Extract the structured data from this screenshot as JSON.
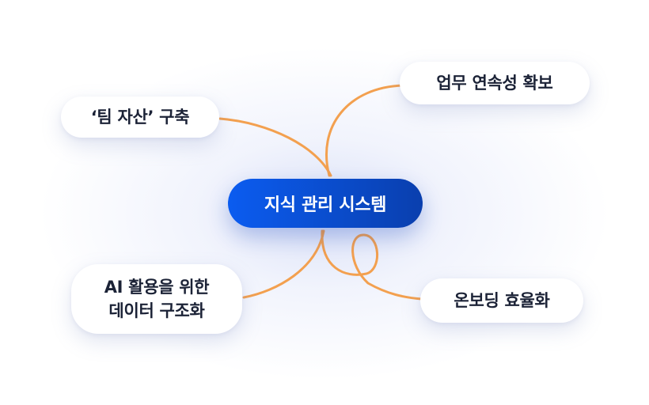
{
  "diagram": {
    "center": {
      "label": "지식 관리 시스템"
    },
    "branches": [
      {
        "id": "team-asset",
        "label": "‘팀 자산’ 구축"
      },
      {
        "id": "continuity",
        "label": "업무 연속성 확보"
      },
      {
        "id": "ai-structuring",
        "lines": [
          "AI 활용을 위한",
          "데이터 구조화"
        ]
      },
      {
        "id": "onboarding",
        "label": "온보딩 효율화"
      }
    ],
    "colors": {
      "connector": "#f3a04f",
      "center_start": "#0b5cf0",
      "center_end": "#0a3fae",
      "text": "#1b2236"
    }
  }
}
